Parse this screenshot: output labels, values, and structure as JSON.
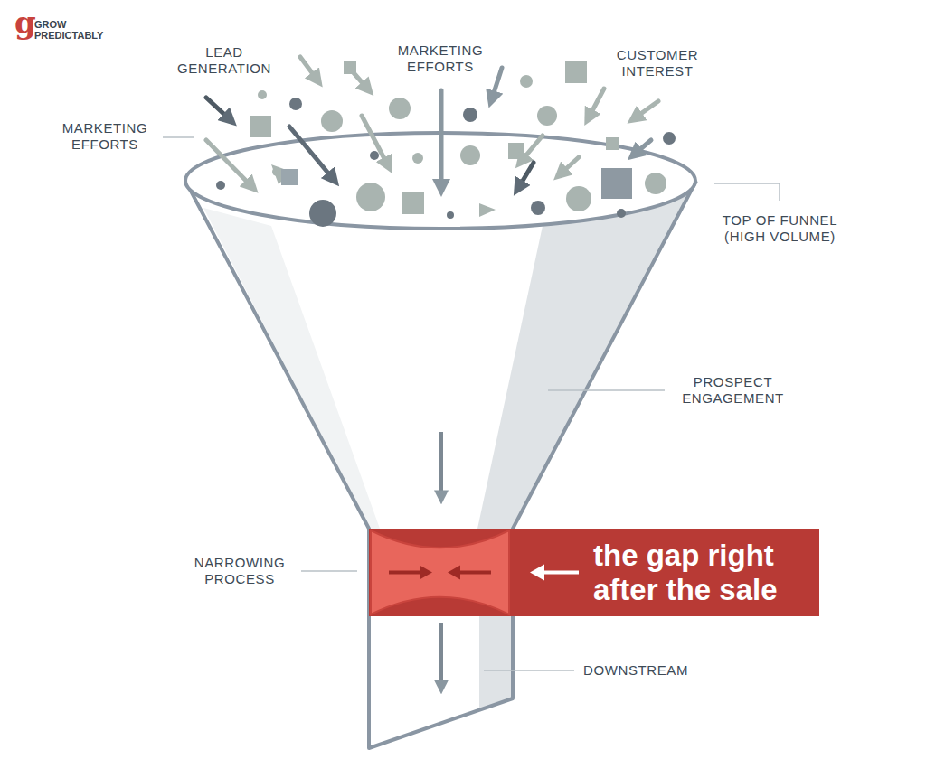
{
  "diagram": {
    "nodes": [
      {
        "text": [
          "the gap right after the sale"
        ]
      }
    ],
    "labels": [
      "g",
      "GROW PREDICTABLY",
      "LEAD GENERATION",
      "MARKETING EFFORTS",
      "CUSTOMER INTEREST",
      "MARKETING EFFORTS",
      "TOP OF FUNNEL (HIGH VOLUME)",
      "PROSPECT ENGAGEMENT",
      "NARROWING PROCESS",
      "DOWNSTREAM"
    ]
  }
}
